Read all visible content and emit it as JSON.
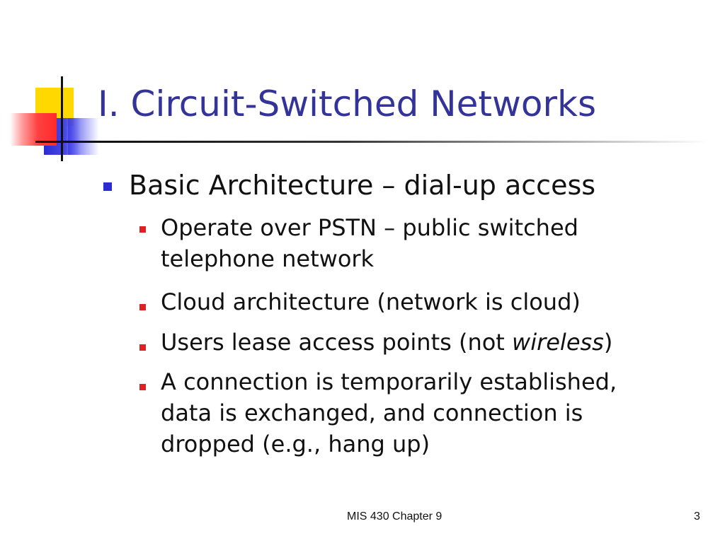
{
  "slide": {
    "title": "I. Circuit-Switched Networks",
    "bullet_main": "Basic Architecture – dial-up access",
    "subbullets": [
      {
        "line1": "Operate over PSTN – public switched",
        "line2": "telephone network"
      },
      {
        "line1": "Cloud architecture (network is cloud)"
      },
      {
        "prefix": "Users lease access points (not ",
        "emphasis": "wireless",
        "suffix": ")"
      },
      {
        "line1": "A connection is temporarily established,",
        "line2": "data is exchanged, and connection is",
        "line3": "dropped (e.g., hang up)"
      }
    ],
    "footer": "MIS 430 Chapter 9",
    "page_number": "3"
  },
  "colors": {
    "title": "#333399",
    "bullet_level1": "#2b2bcf",
    "bullet_level2": "#e02020"
  }
}
